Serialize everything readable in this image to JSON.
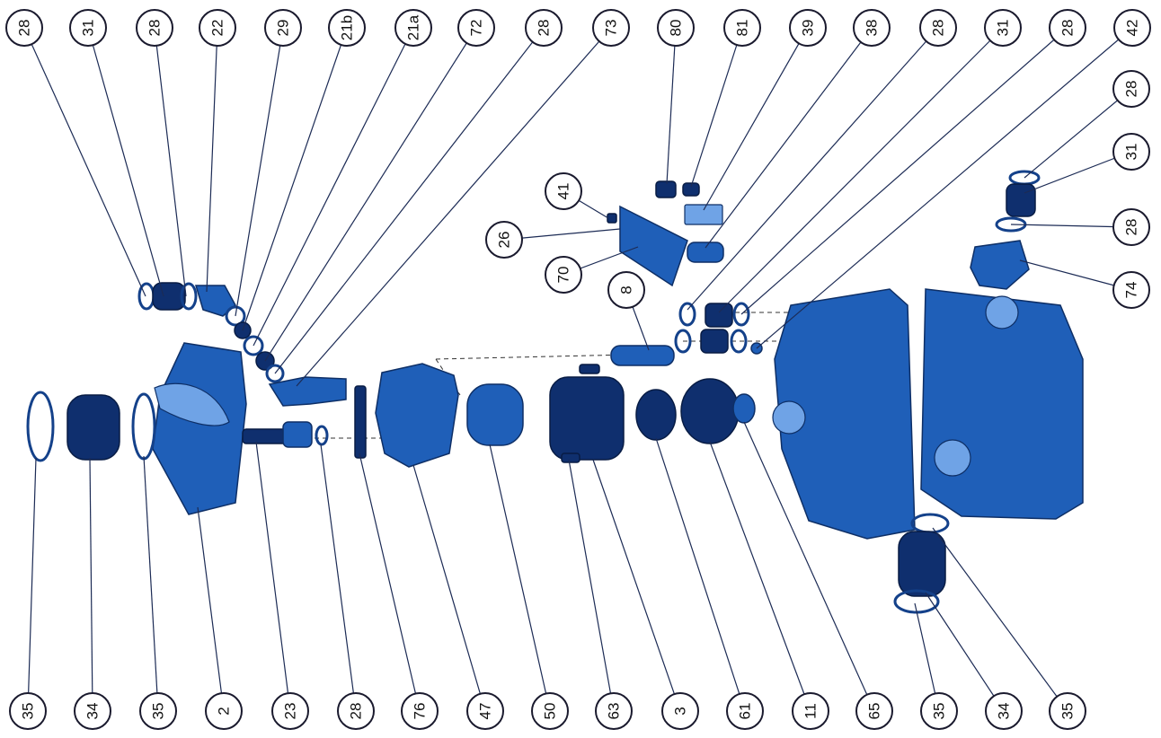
{
  "callouts_top": [
    "28",
    "31",
    "28",
    "22",
    "29",
    "21b",
    "21a",
    "72",
    "28",
    "73",
    "80",
    "81",
    "39",
    "38",
    "28",
    "31",
    "28",
    "42"
  ],
  "callouts_right": [
    "28",
    "31",
    "28",
    "74"
  ],
  "callouts_mid": [
    "41",
    "26",
    "70",
    "8"
  ],
  "callouts_bottom": [
    "35",
    "34",
    "35",
    "2",
    "23",
    "28",
    "76",
    "47",
    "50",
    "63",
    "3",
    "61",
    "11",
    "65",
    "35",
    "34",
    "35"
  ],
  "colors": {
    "part": "#1f5fb8",
    "part_dark": "#0f2f6e",
    "outline": "#1a1a2e"
  }
}
